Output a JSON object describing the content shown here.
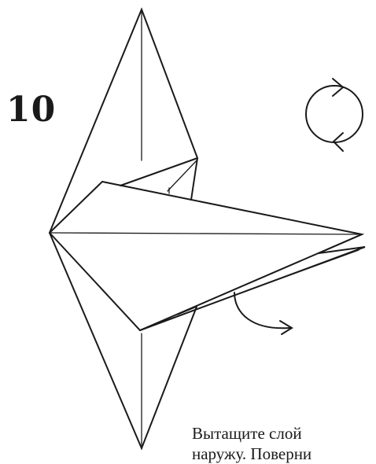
{
  "step": {
    "number": "10"
  },
  "instruction": {
    "line1": "Вытащите слой",
    "line2": "наружу. Поверни"
  },
  "symbols": {
    "turn_over": "turn-over-icon",
    "pull_out": "curved-arrow-icon"
  },
  "colors": {
    "ink": "#1a1a1a",
    "paper": "#ffffff"
  }
}
